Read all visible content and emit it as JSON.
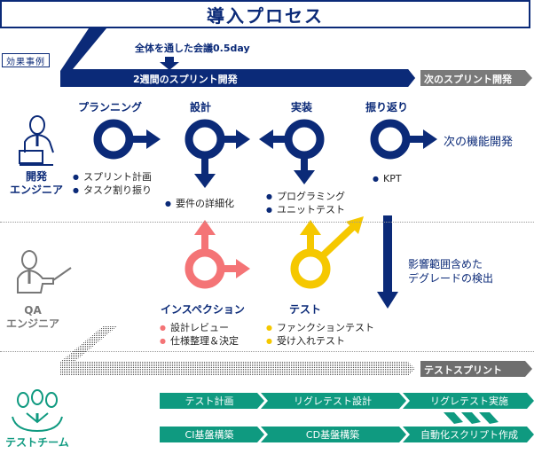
{
  "title": "導入プロセス",
  "effect_label": "効果事例",
  "timeline": {
    "meeting_note": "全体を通した会議0.5day",
    "sprint_label": "2週間のスプリント開発",
    "next_sprint_label": "次のスプリント開発",
    "test_sprint_label": "テストスプリント"
  },
  "roles": {
    "dev": {
      "line1": "開発",
      "line2": "エンジニア"
    },
    "qa": {
      "line1": "QA",
      "line2": "エンジニア"
    },
    "test_team": {
      "label": "テストチーム"
    }
  },
  "dev_stages": [
    {
      "label": "プランニング",
      "bullets": [
        "スプリント計画",
        "タスク割り振り"
      ]
    },
    {
      "label": "設計",
      "bullets": [
        "要件の詳細化"
      ]
    },
    {
      "label": "実装",
      "bullets": [
        "プログラミング",
        "ユニットテスト"
      ]
    },
    {
      "label": "振り返り",
      "bullets": [
        "KPT"
      ]
    }
  ],
  "next_feature": "次の機能開発",
  "qa_stages": [
    {
      "label": "インスペクション",
      "bullets": [
        "設計レビュー",
        "仕様整理＆決定"
      ]
    },
    {
      "label": "テスト",
      "bullets": [
        "ファンクションテスト",
        "受け入れテスト"
      ]
    }
  ],
  "degrade_note": {
    "line1": "影響範囲含めた",
    "line2": "デグレードの検出"
  },
  "test_team_rows": [
    [
      "テスト計画",
      "リグレテスト設計",
      "リグレテスト実施"
    ],
    [
      "CI基盤構築",
      "CD基盤構築",
      "自動化スクリプト作成"
    ]
  ],
  "colors": {
    "navy": "#0b2a78",
    "pink": "#f47476",
    "yellow": "#f5c800",
    "green": "#0f9a80",
    "gray": "#777777"
  }
}
